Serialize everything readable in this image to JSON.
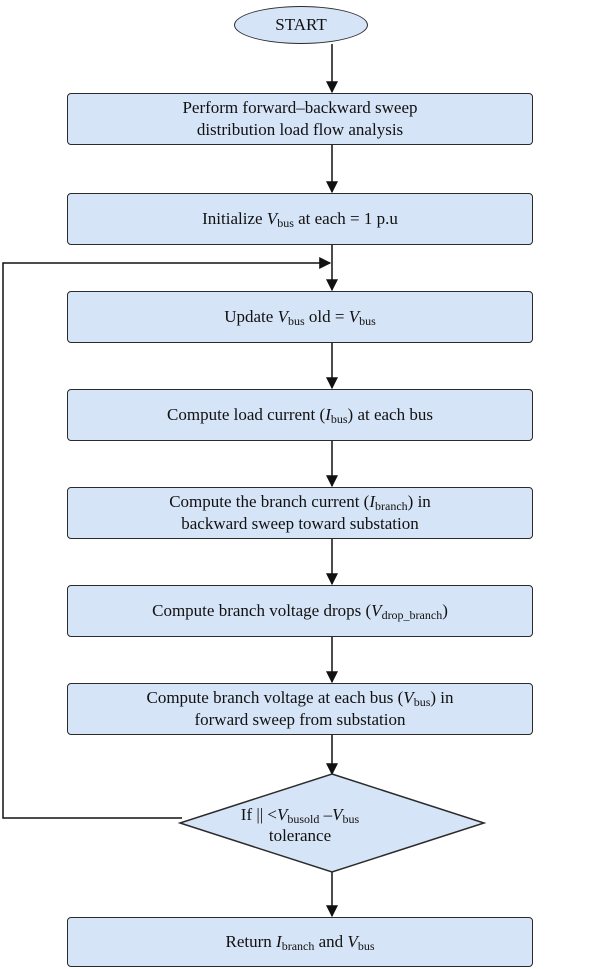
{
  "start": {
    "label": "START"
  },
  "steps": [
    {
      "lines": [
        "Perform forward–backward sweep",
        "distribution load flow analysis"
      ]
    },
    {
      "pre": "Initialize ",
      "var": "V",
      "sub": "bus",
      "post": " at each = 1 p.u"
    },
    {
      "pre": "Update ",
      "var": "V",
      "sub": "bus",
      "mid": " old = ",
      "var2": "V",
      "sub2": "bus"
    },
    {
      "pre": "Compute load current (",
      "var": "I",
      "sub": "bus",
      "post": ") at each bus"
    },
    {
      "pre": "Compute the branch current (",
      "var": "I",
      "sub": "branch",
      "post": ") in",
      "line2": "backward sweep toward substation"
    },
    {
      "pre": "Compute branch voltage drops (",
      "var": "V",
      "sub": "drop_branch",
      "post": ")"
    },
    {
      "pre": "Compute branch voltage at each bus (",
      "var": "V",
      "sub": "bus",
      "post": ") in",
      "line2": "forward sweep from substation"
    }
  ],
  "decision": {
    "pre": "If || <",
    "var": "V",
    "sub": "busold",
    "mid": " –",
    "var2": "V",
    "sub2": "bus",
    "line2": "tolerance"
  },
  "end": {
    "pre": "Return ",
    "var": "I",
    "sub": "branch",
    "mid": " and ",
    "var2": "V",
    "sub2": "bus"
  }
}
